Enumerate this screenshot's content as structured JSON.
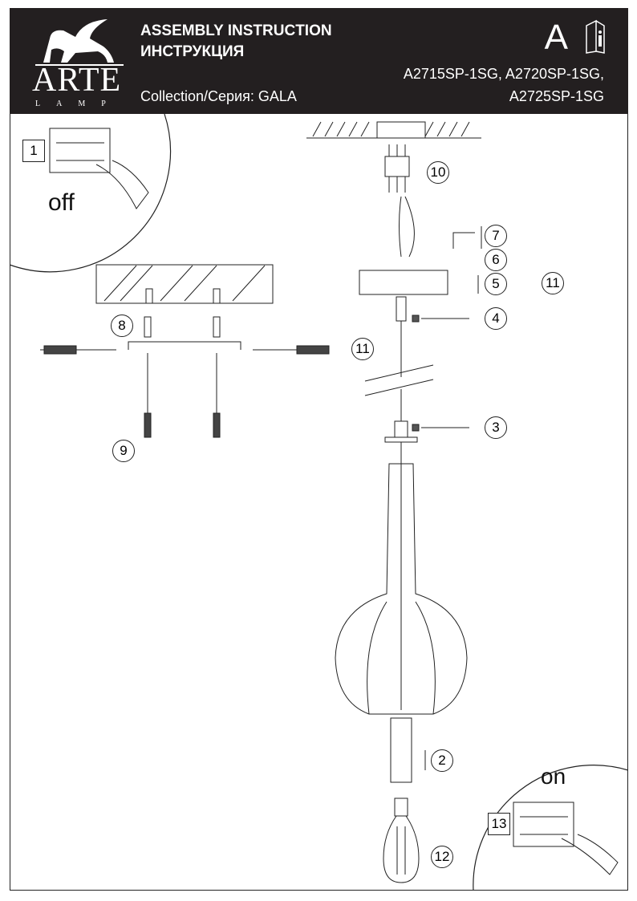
{
  "header": {
    "title_en": "ASSEMBLY INSTRUCTION",
    "title_ru": "ИНСТРУКЦИЯ",
    "collection": "Collection/Серия: GALA",
    "models_line1": "A2715SP-1SG, A2720SP-1SG,",
    "models_line2": "A2725SP-1SG",
    "class_letter": "A",
    "brand_name": "ARTE",
    "brand_sub": "LAMP"
  },
  "diagram": {
    "switch_off_label": "off",
    "switch_on_label": "on",
    "steps": [
      "1",
      "2",
      "3",
      "4",
      "5",
      "6",
      "7",
      "8",
      "9",
      "10",
      "11",
      "11",
      "12",
      "13"
    ]
  }
}
